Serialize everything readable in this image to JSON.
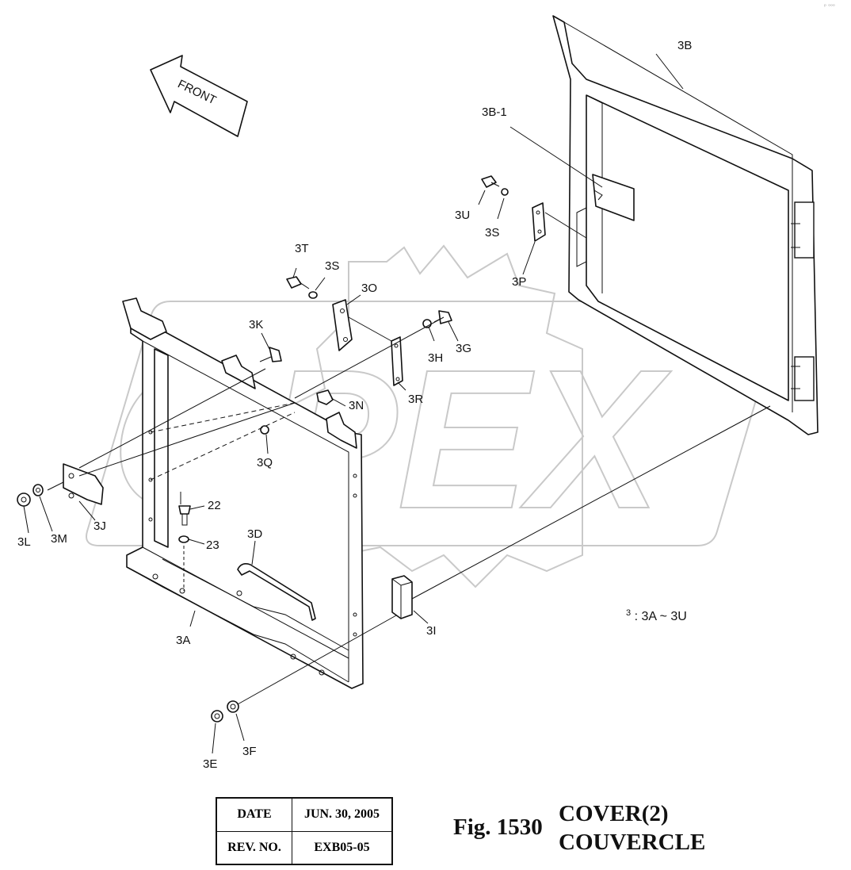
{
  "watermark": "OPEX",
  "front_arrow": {
    "label": "FRONT"
  },
  "callouts": {
    "3B": "3B",
    "3B_1": "3B-1",
    "3U": "3U",
    "3S_upper": "3S",
    "3P": "3P",
    "3T": "3T",
    "3S_lower": "3S",
    "3O": "3O",
    "3K": "3K",
    "3H": "3H",
    "3G": "3G",
    "3R": "3R",
    "3N": "3N",
    "3Q": "3Q",
    "3J": "3J",
    "3L": "3L",
    "3M": "3M",
    "22": "22",
    "23": "23",
    "3D": "3D",
    "3A": "3A",
    "3I": "3I",
    "3E": "3E",
    "3F": "3F"
  },
  "note": {
    "prefix": "3",
    "text": ": 3A ~ 3U"
  },
  "revision": {
    "date_label": "DATE",
    "date_value": "JUN. 30, 2005",
    "rev_label": "REV. NO.",
    "rev_value": "EXB05-05"
  },
  "figure": {
    "number": "Fig. 1530",
    "title_en": "COVER(2)",
    "title_fr": "COUVERCLE"
  },
  "corner_mark": "ᵖ ᵒᵒᵒ"
}
